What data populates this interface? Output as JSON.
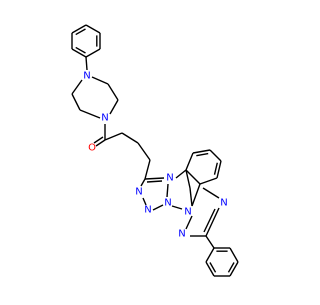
{
  "molecule": {
    "atom_labels": {
      "n_piperazine_top": "N",
      "n_piperazine_bottom": "N",
      "o_carbonyl": "O",
      "n_triazole_a1": "N",
      "n_triazole_a2": "N",
      "n_triazole_a3": "N",
      "n_fused_center": "N",
      "n_triazole_b1": "N",
      "n_triazole_b2": "N",
      "n_triazole_b3": "N"
    },
    "colors": {
      "bond": "#000000",
      "nitrogen": "#0000ff",
      "oxygen": "#ff0000"
    }
  }
}
